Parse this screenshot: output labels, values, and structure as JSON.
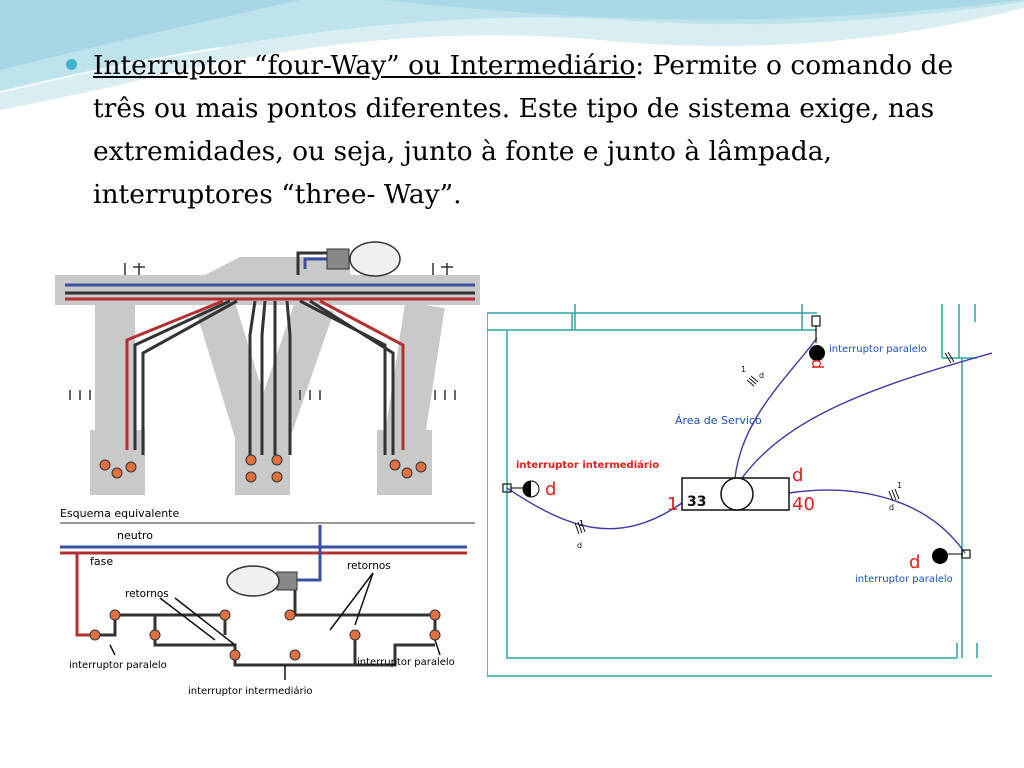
{
  "bullet": {
    "term": "Interruptor “four-Way” ou Intermediário",
    "text": ": Permite o comando de três ou mais pontos diferentes. Este tipo de sistema exige, nas extremidades, ou seja, junto à fonte e junto à lâmpada, interruptores “three- Way”."
  },
  "left_figure": {
    "title": "Esquema equivalente",
    "neutro": "neutro",
    "fase": "fase",
    "retornos_left": "retornos",
    "retornos_right": "retornos",
    "switch_left": "interruptor paralelo",
    "switch_right": "interruptor paralelo",
    "switch_middle": "interruptor intermediário"
  },
  "right_figure": {
    "area_label": "Área de Serviço",
    "top_switch_label": "interruptor paralelo",
    "top_switch_letter": "d",
    "left_switch_label": "interruptor intermediário",
    "left_switch_letter": "d",
    "bottom_switch_label": "interruptor paralelo",
    "bottom_switch_letter": "d",
    "lamp_letter": "d",
    "lamp_power": "40",
    "lamp_circuit": "1",
    "box_number": "33",
    "wire_mark_1": "1",
    "wire_mark_2": "d",
    "wire_mark_3": "1",
    "wire_mark_4": "d",
    "wire_mark_5": "1",
    "wire_mark_6": "d"
  },
  "colors": {
    "accent": "#3fb4c6",
    "red_text": "#e0201b",
    "blue_text": "#1a4fbf",
    "plan_cyan": "#2aa5a5",
    "wire_blue": "#4040c0"
  }
}
